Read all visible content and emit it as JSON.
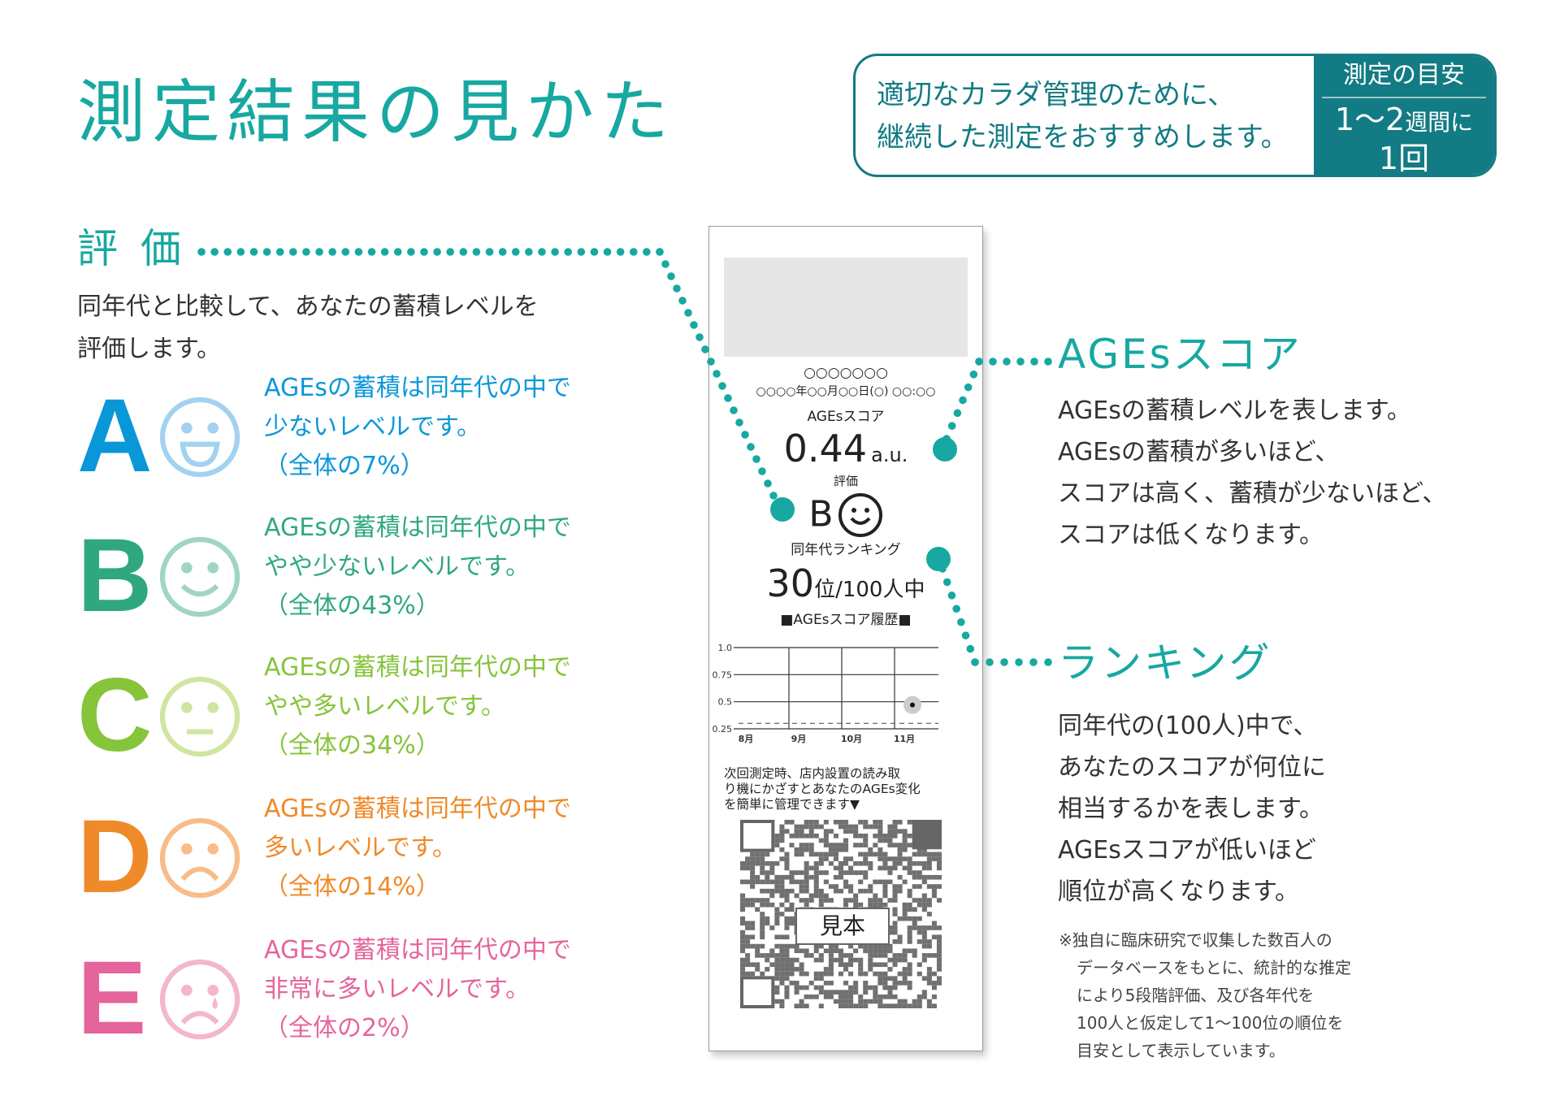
{
  "title": "測定結果の見かた",
  "recommend": {
    "line1": "適切なカラダ管理のために、",
    "line2": "継続した測定をおすすめします。",
    "guide_label": "測定の目安",
    "guide_value": "1〜2",
    "guide_unit": "週間に",
    "guide_value2": "1回"
  },
  "evaluation": {
    "heading": "評 価",
    "desc1": "同年代と比較して、あなたの蓄積レベルを",
    "desc2": "評価します。",
    "grades": [
      {
        "letter": "A",
        "face": "big-smile",
        "color": "#0a97d8",
        "face_color": "#a3d2f1",
        "l1": "AGEsの蓄積は同年代の中で",
        "l2": "少ないレベルです。",
        "l3": "（全体の7%）"
      },
      {
        "letter": "B",
        "face": "smile",
        "color": "#2fa880",
        "face_color": "#a0d5c3",
        "l1": "AGEsの蓄積は同年代の中で",
        "l2": "やや少ないレベルです。",
        "l3": "（全体の43%）"
      },
      {
        "letter": "C",
        "face": "neutral",
        "color": "#86c43a",
        "face_color": "#d2e5a0",
        "l1": "AGEsの蓄積は同年代の中で",
        "l2": "やや多いレベルです。",
        "l3": "（全体の34%）"
      },
      {
        "letter": "D",
        "face": "frown",
        "color": "#ef8a2a",
        "face_color": "#f7bd89",
        "l1": "AGEsの蓄積は同年代の中で",
        "l2": "多いレベルです。",
        "l3": "（全体の14%）"
      },
      {
        "letter": "E",
        "face": "cry",
        "color": "#e5649c",
        "face_color": "#f4b6cf",
        "l1": "AGEsの蓄積は同年代の中で",
        "l2": "非常に多いレベルです。",
        "l3": "（全体の2%）"
      }
    ]
  },
  "score_section": {
    "heading": "AGEsスコア",
    "lines": [
      "AGEsの蓄積レベルを表します。",
      "AGEsの蓄積が多いほど、",
      "スコアは高く、蓄積が少ないほど、",
      "スコアは低くなります。"
    ]
  },
  "ranking_section": {
    "heading": "ランキング",
    "lines": [
      "同年代の(100人)中で、",
      "あなたのスコアが何位に",
      "相当するかを表します。",
      "AGEsスコアが低いほど",
      "順位が高くなります。"
    ]
  },
  "note": [
    "※独自に臨床研究で収集した数百人の",
    "データベースをもとに、統計的な推定",
    "により5段階評価、及び各年代を",
    "100人と仮定して1〜100位の順位を",
    "目安として表示しています。"
  ],
  "receipt": {
    "name": "○○○○○○○",
    "datetime": "○○○○年○○月○○日(○) ○○:○○",
    "score_label": "AGEsスコア",
    "score": "0.44",
    "unit": "a.u.",
    "eval_label": "評価",
    "grade": "B",
    "rank_label": "同年代ランキング",
    "rank": "30",
    "rank_suffix": "位/100人中",
    "history_title": "■AGEsスコア履歴■",
    "history": {
      "type": "scatter",
      "y_ticks": [
        "1.0",
        "0.75",
        "0.5",
        "0.25"
      ],
      "ylim": [
        0.25,
        1.0
      ],
      "months": [
        "8月",
        "9月",
        "10月",
        "11月"
      ],
      "points": [
        {
          "month": "11月",
          "value": 0.47
        }
      ],
      "reference_line": 0.3
    },
    "qr_text1": "次回測定時、店内設置の読み取",
    "qr_text2": "り機にかざすとあなたのAGEs変化",
    "qr_text3": "を簡単に管理できます▼",
    "sample_label": "見本"
  },
  "colors": {
    "teal": "#17a8a1",
    "dark_teal": "#127b83"
  }
}
